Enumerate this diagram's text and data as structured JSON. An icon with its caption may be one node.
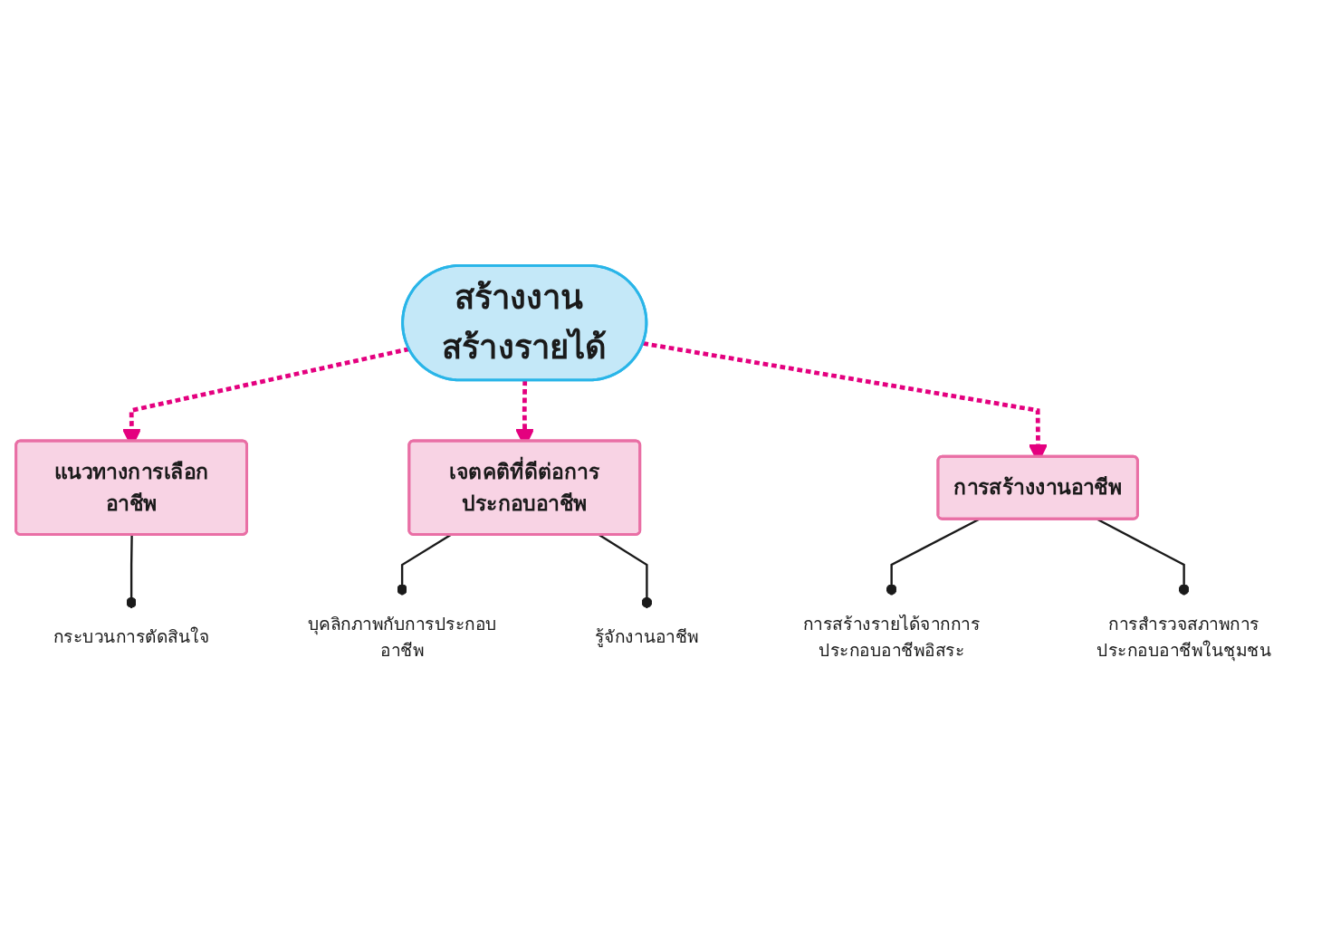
{
  "diagram": {
    "nodes": [
      {
        "text": [
          "สร้างงาน สร้างรายได้"
        ]
      },
      {
        "text": [
          "แนวทางการเลือกอาชีพ"
        ]
      },
      {
        "text": [
          "กระบวนการตัดสินใจ"
        ]
      },
      {
        "text": [
          "เจตคติที่ดีต่อการประกอบอาชีพ"
        ]
      },
      {
        "text": [
          "บุคลิกภาพกับการประกอบอาชีพ"
        ]
      },
      {
        "text": [
          "รู้จักงานอาชีพ"
        ]
      },
      {
        "text": [
          "การสร้างงานอาชีพ"
        ]
      },
      {
        "text": [
          "การสร้างรายได้จากการประกอบอาชีพอิสระ"
        ]
      },
      {
        "text": [
          "การสำรวจสภาพการประกอบอาชีพในชุมชน"
        ]
      }
    ],
    "edges": [
      {
        "from": 0,
        "to": 1,
        "arrow": "to",
        "style": "dashed",
        "color": "#e4007f"
      },
      {
        "from": 0,
        "to": 3,
        "arrow": "to",
        "style": "dashed",
        "color": "#e4007f"
      },
      {
        "from": 0,
        "to": 6,
        "arrow": "to",
        "style": "dashed",
        "color": "#e4007f"
      },
      {
        "from": 1,
        "to": 2,
        "arrow": "other"
      },
      {
        "from": 3,
        "to": 4,
        "arrow": "other"
      },
      {
        "from": 3,
        "to": 5,
        "arrow": "other"
      },
      {
        "from": 6,
        "to": 7,
        "arrow": "other"
      },
      {
        "from": 6,
        "to": 8,
        "arrow": "other"
      }
    ]
  }
}
